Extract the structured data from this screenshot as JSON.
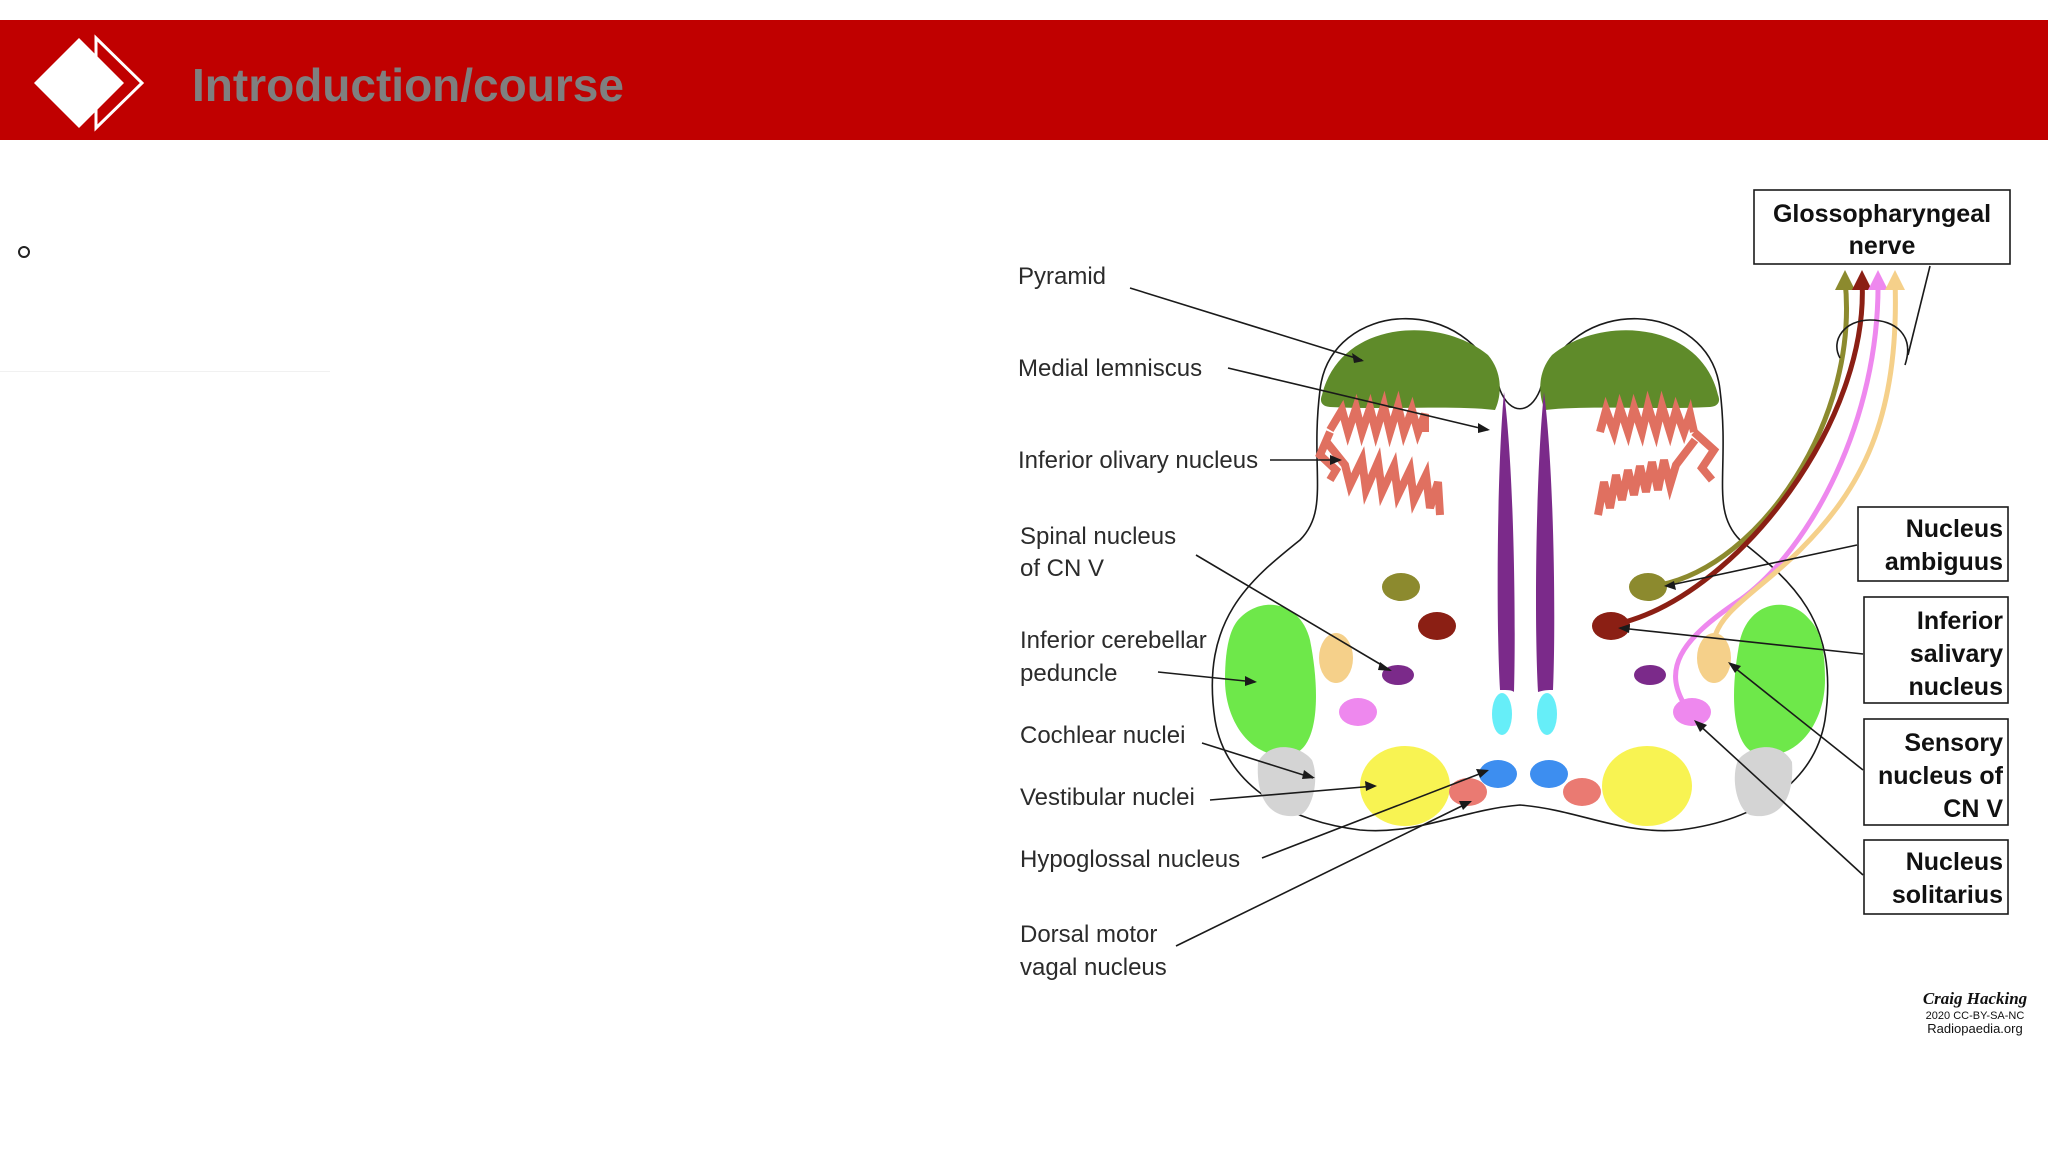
{
  "header": {
    "title": "Introduction/course",
    "bar_color": "#c00000"
  },
  "body": {
    "bullet_icon": "hollow-circle-bullet"
  },
  "diagram": {
    "left_labels": {
      "pyramid": "Pyramid",
      "medial_lemniscus": "Medial lemniscus",
      "inferior_olivary": "Inferior olivary nucleus",
      "spinal_cnv_1": "Spinal nucleus",
      "spinal_cnv_2": "of CN V",
      "icp_1": "Inferior cerebellar",
      "icp_2": "peduncle",
      "cochlear": "Cochlear nuclei",
      "vestibular": "Vestibular nuclei",
      "hypoglossal": "Hypoglossal nucleus",
      "dmv_1": "Dorsal motor",
      "dmv_2": "vagal nucleus"
    },
    "right_boxes": {
      "glosso_1": "Glossopharyngeal",
      "glosso_2": "nerve",
      "ambiguus_1": "Nucleus",
      "ambiguus_2": "ambiguus",
      "salivary_1": "Inferior",
      "salivary_2": "salivary",
      "salivary_3": "nucleus",
      "sensory_1": "Sensory",
      "sensory_2": "nucleus of",
      "sensory_3": "CN V",
      "solitarius_1": "Nucleus",
      "solitarius_2": "solitarius"
    },
    "credit": {
      "signature": "Craig Hacking",
      "license": "2020 CC-BY-SA-NC",
      "site": "Radiopaedia.org"
    },
    "colors": {
      "pyramid": "#5f8b2a",
      "medial_lemniscus": "#7b2a8a",
      "olive": "#e07060",
      "ambiguus": "#8c8a2e",
      "salivary": "#8b1f14",
      "spinal_cnv": "#f5d08a",
      "solitarius": "#ee88ee",
      "icp": "#6ee84a",
      "cochlear": "#d4d4d4",
      "vestibular": "#f8f352",
      "hypoglossal": "#3d8ef0",
      "dmv": "#ea7a72",
      "canal": "#66eef8"
    }
  }
}
